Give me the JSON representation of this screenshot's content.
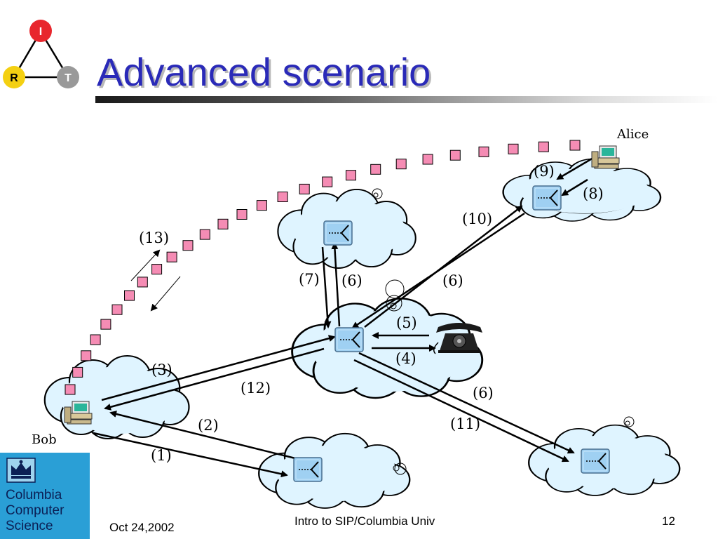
{
  "slide": {
    "title": "Advanced scenario",
    "footer_date": "Oct 24,2002",
    "footer_center": "Intro to SIP/Columbia Univ",
    "page_number": "12"
  },
  "logo_triangle": {
    "nodes": [
      "I",
      "R",
      "T"
    ]
  },
  "university_logo": {
    "lines": [
      "Columbia",
      "Computer",
      "Science"
    ]
  },
  "diagram": {
    "people": {
      "alice": "Alice",
      "bob": "Bob"
    },
    "step_labels": [
      "(1)",
      "(2)",
      "(3)",
      "(4)",
      "(5)",
      "(6)",
      "(6)",
      "(6)",
      "(7)",
      "(8)",
      "(9)",
      "(10)",
      "(11)",
      "(12)",
      "(13)"
    ]
  },
  "colors": {
    "title": "#2a2ab8",
    "cloud_fill": "#dff4ff",
    "proxy_fill": "#9fd0f2",
    "media_path": "#f58cb4",
    "logo_bg": "#2a9fd6"
  }
}
